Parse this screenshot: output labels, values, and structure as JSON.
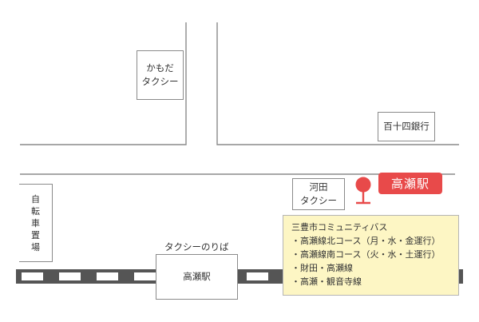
{
  "colors": {
    "road": "#8a8a8a",
    "rail_dark": "#555555",
    "rail_light": "#ffffff",
    "station_badge": "#e84a4a",
    "bus_stop_pin": "#e84a4a",
    "info_bg": "#fdf6c4"
  },
  "labels": {
    "kamoda_taxi": [
      "かもだ",
      "タクシー"
    ],
    "bank": "百十四銀行",
    "kawata_taxi": [
      "河田",
      "タクシー"
    ],
    "bicycle_parking": [
      "自",
      "転",
      "車",
      "置",
      "場"
    ],
    "taxi_stand": "タクシーのりば",
    "station_building": "高瀬駅",
    "station_badge": "高瀬駅"
  },
  "bus_info": {
    "title": "三豊市コミュニティバス",
    "routes": [
      "・高瀬線北コース（月・水・金運行）",
      "・高瀬線南コース（火・水・土運行）",
      "・財田・高瀬線",
      "・高瀬・観音寺線"
    ]
  },
  "icons": {
    "bus_stop": "bus-stop-pin-icon"
  }
}
